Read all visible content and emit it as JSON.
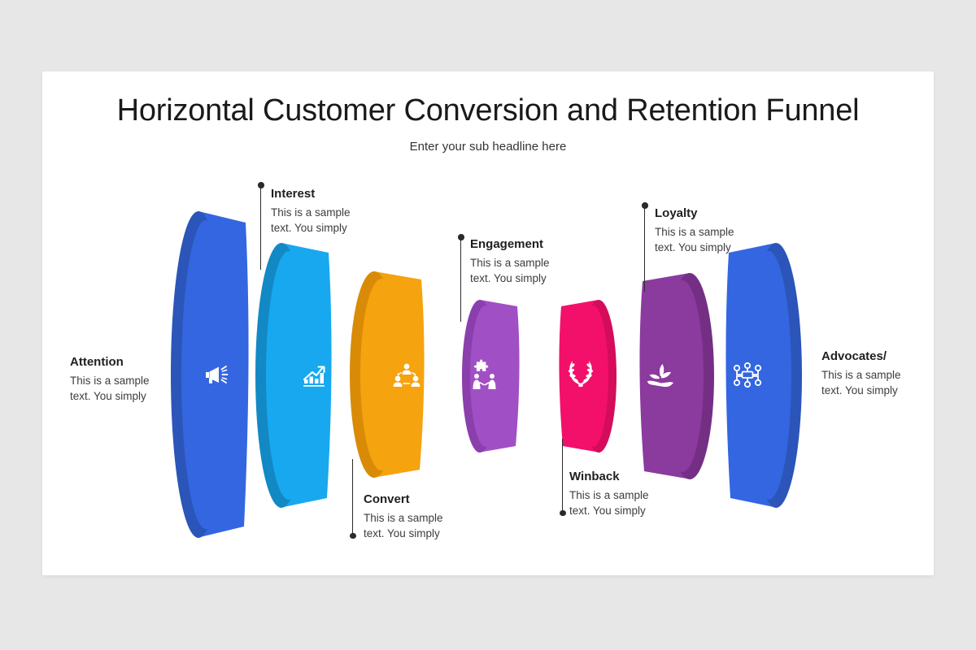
{
  "slide": {
    "title": "Horizontal Customer Conversion and Retention Funnel",
    "subtitle": "Enter your sub headline here",
    "background_color": "#e8e7e8",
    "card_color": "#ffffff"
  },
  "chart_data": {
    "type": "funnel",
    "title": "Horizontal Customer Conversion and Retention Funnel",
    "subtitle": "Enter your sub headline here",
    "orientation": "horizontal",
    "description": "Seven-stage horizontal customer conversion and retention funnel rendered as 3D disc segments of decreasing then increasing size",
    "stages": [
      {
        "index": 1,
        "label": "Attention",
        "description": "This is a sample text. You simply",
        "color": "#3366e0",
        "shade_color": "#2b55b8",
        "icon": "megaphone-icon",
        "label_position": "left",
        "connector": "none",
        "relative_size": 100
      },
      {
        "index": 2,
        "label": "Interest",
        "description": "This is a sample text. You simply",
        "color": "#18a8ef",
        "shade_color": "#1289c4",
        "icon": "growth-chart-icon",
        "label_position": "top",
        "connector": "dot-top",
        "relative_size": 84
      },
      {
        "index": 3,
        "label": "Convert",
        "description": "This is a sample text. You simply",
        "color": "#f5a30e",
        "shade_color": "#d98b07",
        "icon": "people-network-icon",
        "label_position": "bottom",
        "connector": "dot-bottom",
        "relative_size": 66
      },
      {
        "index": 4,
        "label": "Engagement",
        "description": "This is a sample text. You simply",
        "color": "#a14fc4",
        "shade_color": "#8a3fac",
        "icon": "puzzle-collaboration-icon",
        "label_position": "top",
        "connector": "dot-top",
        "relative_size": 48
      },
      {
        "index": 5,
        "label": "Winback",
        "description": "This is a sample text. You simply",
        "color": "#f2106a",
        "shade_color": "#d40c5b",
        "icon": "laurel-wreath-icon",
        "label_position": "bottom",
        "connector": "dot-bottom",
        "relative_size": 48
      },
      {
        "index": 6,
        "label": "Loyalty",
        "description": "This is a sample text. You simply",
        "color": "#8b3a9e",
        "shade_color": "#742f85",
        "icon": "hand-plant-icon",
        "label_position": "top",
        "connector": "dot-top",
        "relative_size": 66
      },
      {
        "index": 7,
        "label": "Advocates/",
        "description": "This is a sample text. You simply",
        "color": "#3366e0",
        "shade_color": "#2b55b8",
        "icon": "advocates-network-icon",
        "label_position": "right",
        "connector": "none",
        "relative_size": 84
      }
    ]
  }
}
